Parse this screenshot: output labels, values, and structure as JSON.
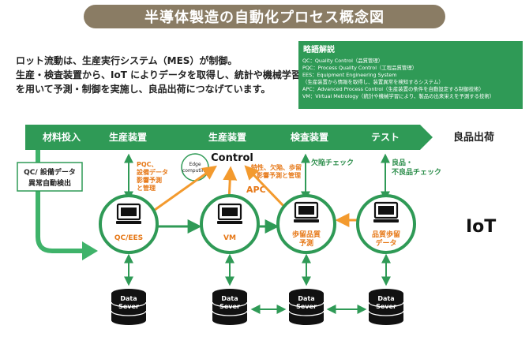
{
  "title": "半導体製造の自動化プロセス概念図",
  "intro": [
    "ロット流動は、生産実行システム（MES）が制御。",
    "生産・検査装置から、IoT によりデータを取得し、統計や機械学習",
    "を用いて予測・制御を実施し、良品出荷につなげています。"
  ],
  "legend": {
    "title": "略語解説",
    "lines": [
      "QC：Quality Control（品質管理）",
      "PQC：Process Quality Control（工程品質管理）",
      "EES：Equipment Engineering System",
      "（生産装置から情報を取得し、装置異常を検知するシステム）",
      "APC：Advanced Process Control（生産装置の条件を自動設定する制御技術）",
      "VM：Virtual Metrology（統計や機械学習により、製品の出来栄えを予測する技術）"
    ]
  },
  "stages": [
    "材料投入",
    "生産装置",
    "生産装置",
    "検査装置",
    "テスト"
  ],
  "shipment": "良品出荷",
  "left_box": [
    "QC/ 設備データ",
    "異常自動検出"
  ],
  "pqc_note": [
    "PQC、",
    "設備データ",
    "影響予測",
    "と管理"
  ],
  "edge": [
    "Edge",
    "computing"
  ],
  "control": "Control",
  "apc": "APC",
  "control_note": [
    "特性、欠陥、歩留",
    "影響予測と管理"
  ],
  "defect_check": "欠陥チェック",
  "good_check": [
    "良品・",
    "不良品チェック"
  ],
  "iot": "IoT",
  "nodes": [
    {
      "lines": [
        "QC/EES"
      ]
    },
    {
      "lines": [
        "VM"
      ]
    },
    {
      "lines": [
        "歩留品質",
        "予測"
      ]
    },
    {
      "lines": [
        "品質歩留",
        "データ"
      ]
    }
  ],
  "db": [
    "Data",
    "Sever"
  ],
  "colors": {
    "green": "#2f9a56",
    "orange": "#f39a2e",
    "brown": "#8a7c64"
  }
}
